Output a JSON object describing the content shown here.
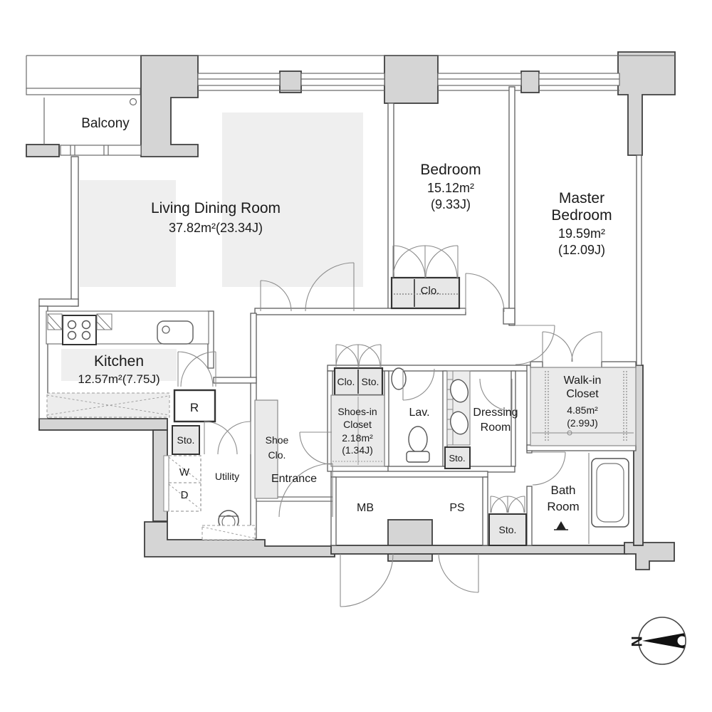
{
  "page": {
    "type": "apartment-floor-plan"
  },
  "rooms": {
    "balcony": {
      "name": "Balcony"
    },
    "living": {
      "name": "Living Dining Room",
      "area": "37.82m²(23.34J)"
    },
    "bedroom": {
      "name": "Bedroom",
      "area_m2": "15.12m²",
      "area_j": "(9.33J)"
    },
    "master": {
      "line1": "Master",
      "line2": "Bedroom",
      "area_m2": "19.59m²",
      "area_j": "(12.09J)"
    },
    "kitchen": {
      "name": "Kitchen",
      "area": "12.57m²(7.75J)"
    },
    "walkin": {
      "line1": "Walk-in",
      "line2": "Closet",
      "area_m2": "4.85m²",
      "area_j": "(2.99J)"
    },
    "shoes": {
      "line1": "Shoes-in",
      "line2": "Closet",
      "area_m2": "2.18m²",
      "area_j": "(1.34J)"
    },
    "dressing": {
      "line1": "Dressing",
      "line2": "Room"
    },
    "bath": {
      "line1": "Bath",
      "line2": "Room"
    },
    "lavatory": {
      "name": "Lav."
    },
    "entrance": {
      "name": "Entrance"
    },
    "utility": {
      "name": "Utility"
    },
    "shoe_closet": {
      "line1": "Shoe",
      "line2": "Clo."
    }
  },
  "labels": {
    "closet": "Clo.",
    "storage": "Sto.",
    "refrigerator": "R",
    "washer": "W",
    "dryer": "D",
    "meter_box": "MB",
    "pipe_shaft": "PS"
  },
  "compass": {
    "north": "N"
  },
  "colors": {
    "wall_fill": "#d5d5d5",
    "wall_stroke": "#3f3f3f",
    "floor_highlight": "#efefef",
    "closet_fill": "#e7e7e7"
  }
}
